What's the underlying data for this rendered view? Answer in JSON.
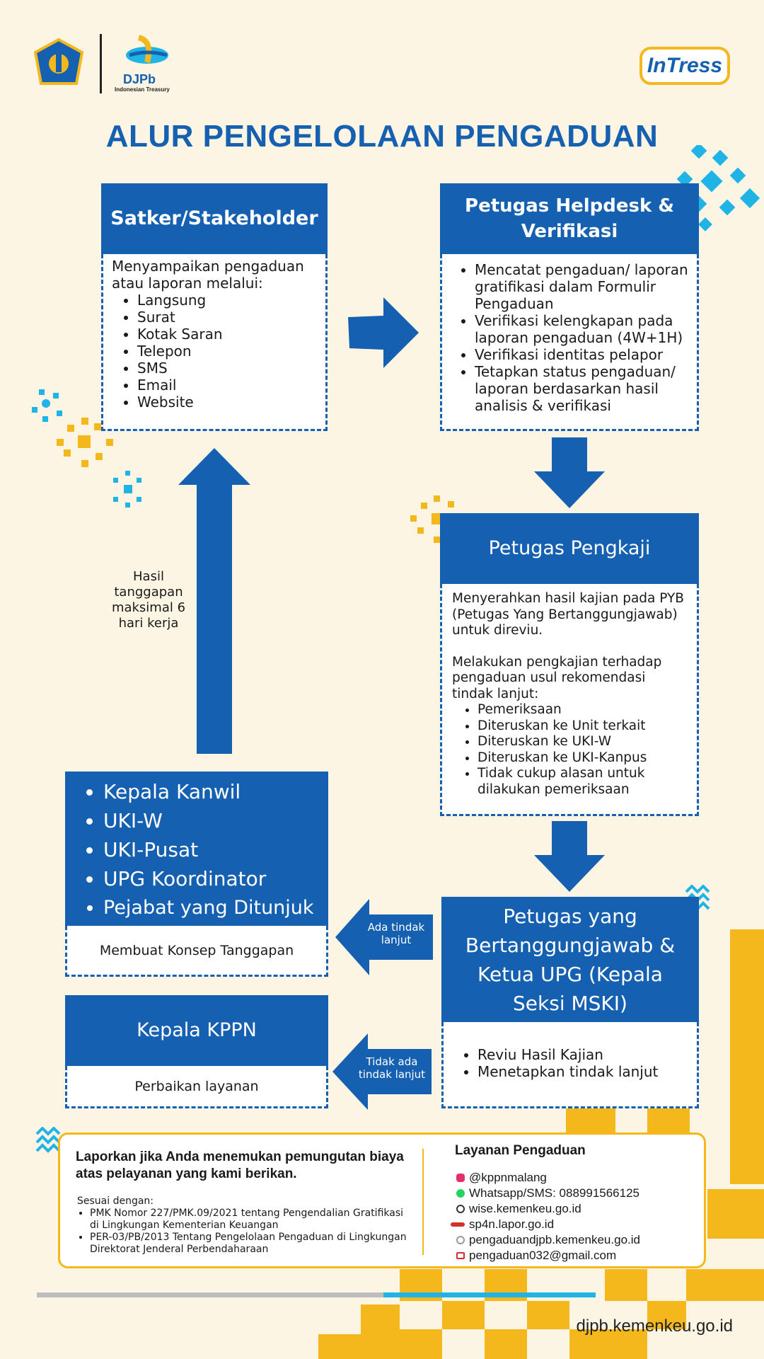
{
  "brand": {
    "logo_main": "DJPb",
    "logo_sub": "Indonesian Treasury",
    "logo_right": "InTress"
  },
  "title": "ALUR PENGELOLAAN PENGADUAN",
  "satker": {
    "heading": "Satker/Stakeholder",
    "intro": "Menyampaikan pengaduan atau laporan melalui:",
    "items": [
      "Langsung",
      "Surat",
      "Kotak Saran",
      "Telepon",
      "SMS",
      "Email",
      "Website"
    ]
  },
  "helpdesk": {
    "heading": "Petugas Helpdesk & Verifikasi",
    "items": [
      "Mencatat pengaduan/ laporan gratifikasi dalam Formulir Pengaduan",
      "Verifikasi kelengkapan pada laporan pengaduan (4W+1H)",
      "Verifikasi identitas pelapor",
      "Tetapkan status pengaduan/ laporan berdasarkan hasil analisis & verifikasi"
    ]
  },
  "pengkaji": {
    "heading": "Petugas Pengkaji",
    "para1": "Menyerahkan hasil kajian pada PYB (Petugas Yang Bertanggungjawab) untuk direviu.",
    "para2": "Melakukan pengkajian terhadap pengaduan usul rekomendasi tindak lanjut:",
    "items": [
      "Pemeriksaan",
      "Diteruskan ke Unit terkait",
      "Diteruskan ke UKI-W",
      "Diteruskan ke UKI-Kanpus",
      "Tidak cukup alasan untuk dilakukan pemeriksaan"
    ]
  },
  "pyb": {
    "heading": "Petugas yang Bertanggungjawab & Ketua UPG (Kepala Seksi MSKI)",
    "items": [
      "Reviu Hasil Kajian",
      "Menetapkan tindak lanjut"
    ]
  },
  "kanwil": {
    "items": [
      "Kepala Kanwil",
      "UKI-W",
      "UKI-Pusat",
      "UPG Koordinator",
      "Pejabat yang Ditunjuk"
    ],
    "action": "Membuat Konsep Tanggapan"
  },
  "kppn": {
    "heading": "Kepala KPPN",
    "action": "Perbaikan layanan"
  },
  "arrows": {
    "return_note": "Hasil tanggapan maksimal 6 hari kerja",
    "ada_tindak_lanjut": "Ada tindak lanjut",
    "tidak_ada_tindak_lanjut": "Tidak ada tindak lanjut"
  },
  "footer": {
    "headline": "Laporkan jika Anda menemukan pemungutan biaya atas pelayanan yang kami berikan.",
    "sesuai": "Sesuai dengan:",
    "regulations": [
      "PMK Nomor 227/PMK.09/2021 tentang Pengendalian Gratifikasi di Lingkungan Kementerian Keuangan",
      "PER-03/PB/2013 Tentang Pengelolaan Pengaduan di Lingkungan Direktorat Jenderal Perbendaharaan"
    ],
    "layanan_title": "Layanan Pengaduan",
    "contacts": [
      {
        "icon": "instagram-icon",
        "text": "@kppnmalang",
        "color": "#e1306c"
      },
      {
        "icon": "whatsapp-icon",
        "text": "Whatsapp/SMS: 088991566125",
        "color": "#25d366"
      },
      {
        "icon": "globe-icon",
        "text": "wise.kemenkeu.go.id",
        "color": "#333333"
      },
      {
        "icon": "lapor-icon",
        "text": "sp4n.lapor.go.id",
        "color": "#d32f2f"
      },
      {
        "icon": "web-icon",
        "text": "pengaduandjpb.kemenkeu.go.id",
        "color": "#999999"
      },
      {
        "icon": "mail-icon",
        "text": "pengaduan032@gmail.com",
        "color": "#d32f2f"
      }
    ],
    "website": "djpb.kemenkeu.go.id"
  },
  "colors": {
    "primary": "#1560b0",
    "accent_yellow": "#f4b81c",
    "accent_cyan": "#1fb3e6",
    "background": "#fdf5e4"
  }
}
